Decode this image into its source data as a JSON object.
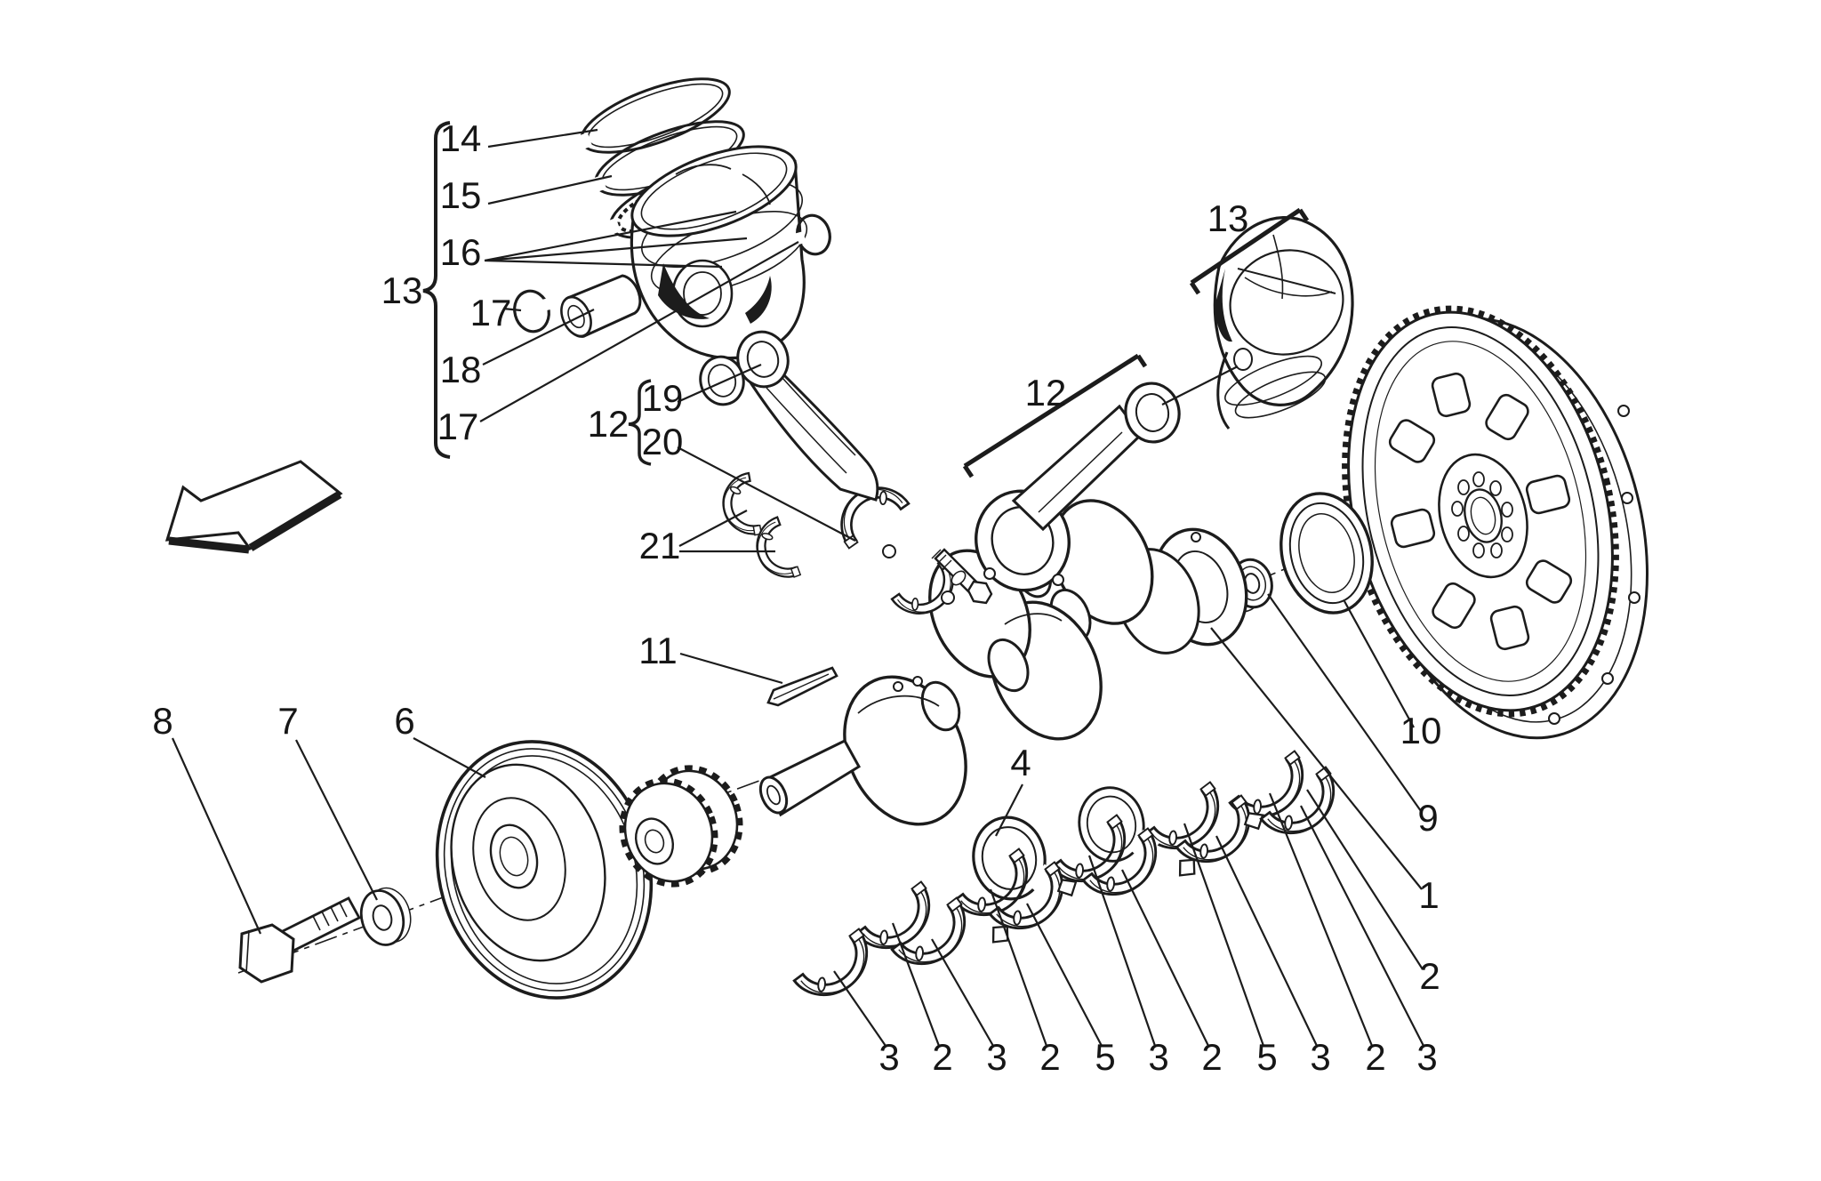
{
  "figure": {
    "subject": "Engine crankshaft, pistons, connecting rods, bearings, flywheel and pulley - exploded parts diagram",
    "background_color": "#ffffff",
    "line_color": "#1c1c1c"
  },
  "callouts": {
    "piston_ring_top": "14",
    "piston_ring_second": "15",
    "piston_ring_set": "16",
    "circlip_a": "17",
    "gudgeon_pin": "18",
    "circlip_b": "17",
    "left_piston_assembly": "13",
    "left_conrod_assembly": "12",
    "small_end_bushing": "19",
    "big_end_shells": "20",
    "rod_shell_pair": "21",
    "woodruff_key": "11",
    "pulley_bolt": "8",
    "pulley_washer": "7",
    "crankshaft_pulley": "6",
    "thrust_washers": "4",
    "right_piston_assembly": "13",
    "right_conrod_assembly": "12",
    "rear_seal": "10",
    "pilot_bearing": "9",
    "crankshaft": "1",
    "upper_main_shell_right": "2",
    "bottom_row": [
      "3",
      "2",
      "3",
      "2",
      "5",
      "3",
      "2",
      "5",
      "3",
      "2",
      "3"
    ]
  }
}
